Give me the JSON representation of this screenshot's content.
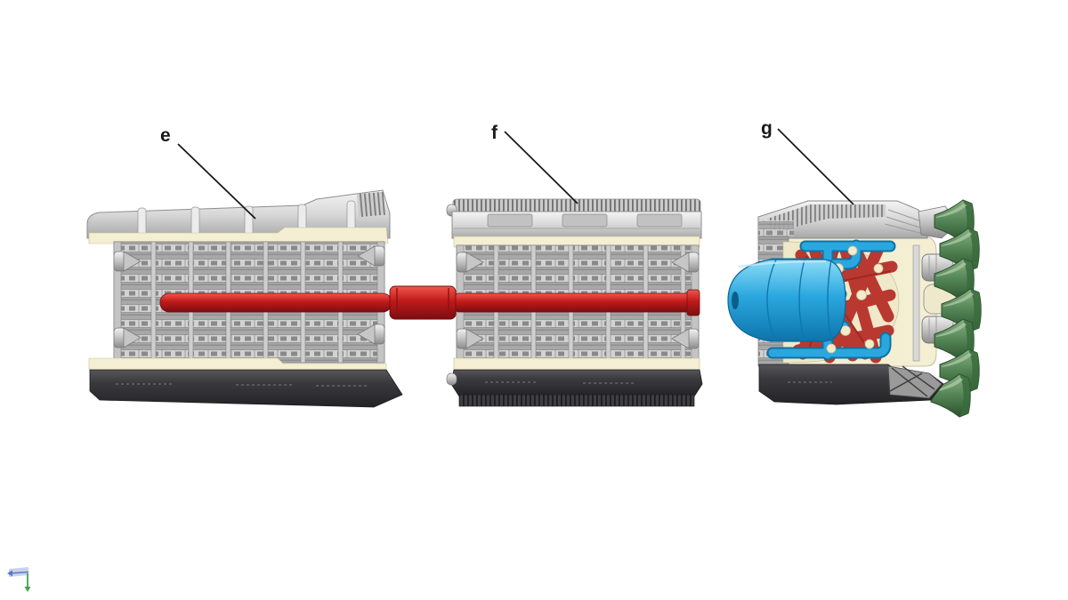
{
  "figure": {
    "alt": "Cutaway technical illustration of a three-section cylindrical motor assembly: two gray perforated case sections (e and f) joined by a red centerline shaft with coupling, and an aft section (g) containing a blue dome tank, blue piping, a bundle of red tubes and a ring of green exhaust nozzles",
    "labels": [
      {
        "id": "e",
        "text": "e"
      },
      {
        "id": "f",
        "text": "f"
      },
      {
        "id": "g",
        "text": "g"
      }
    ],
    "colors": {
      "background": "#ffffff",
      "label_text": "#1a1a1a",
      "leader_line": "#1a1a1a",
      "case_shell_light": "#d8d8d8",
      "case_shell_dark": "#35353a",
      "insulation_cream": "#f4eed2",
      "rod_red": "#c01a1a",
      "dome_pipe_blue": "#2aa7df",
      "tube_red": "#c0392f",
      "nozzle_green": "#4e7f50",
      "metal_silver": "#c9c9c9"
    }
  },
  "viewport": {
    "origin_triad_icon": {
      "horizontal_axis_color": "#5b79c2",
      "vertical_axis_color": "#44a04e"
    }
  }
}
